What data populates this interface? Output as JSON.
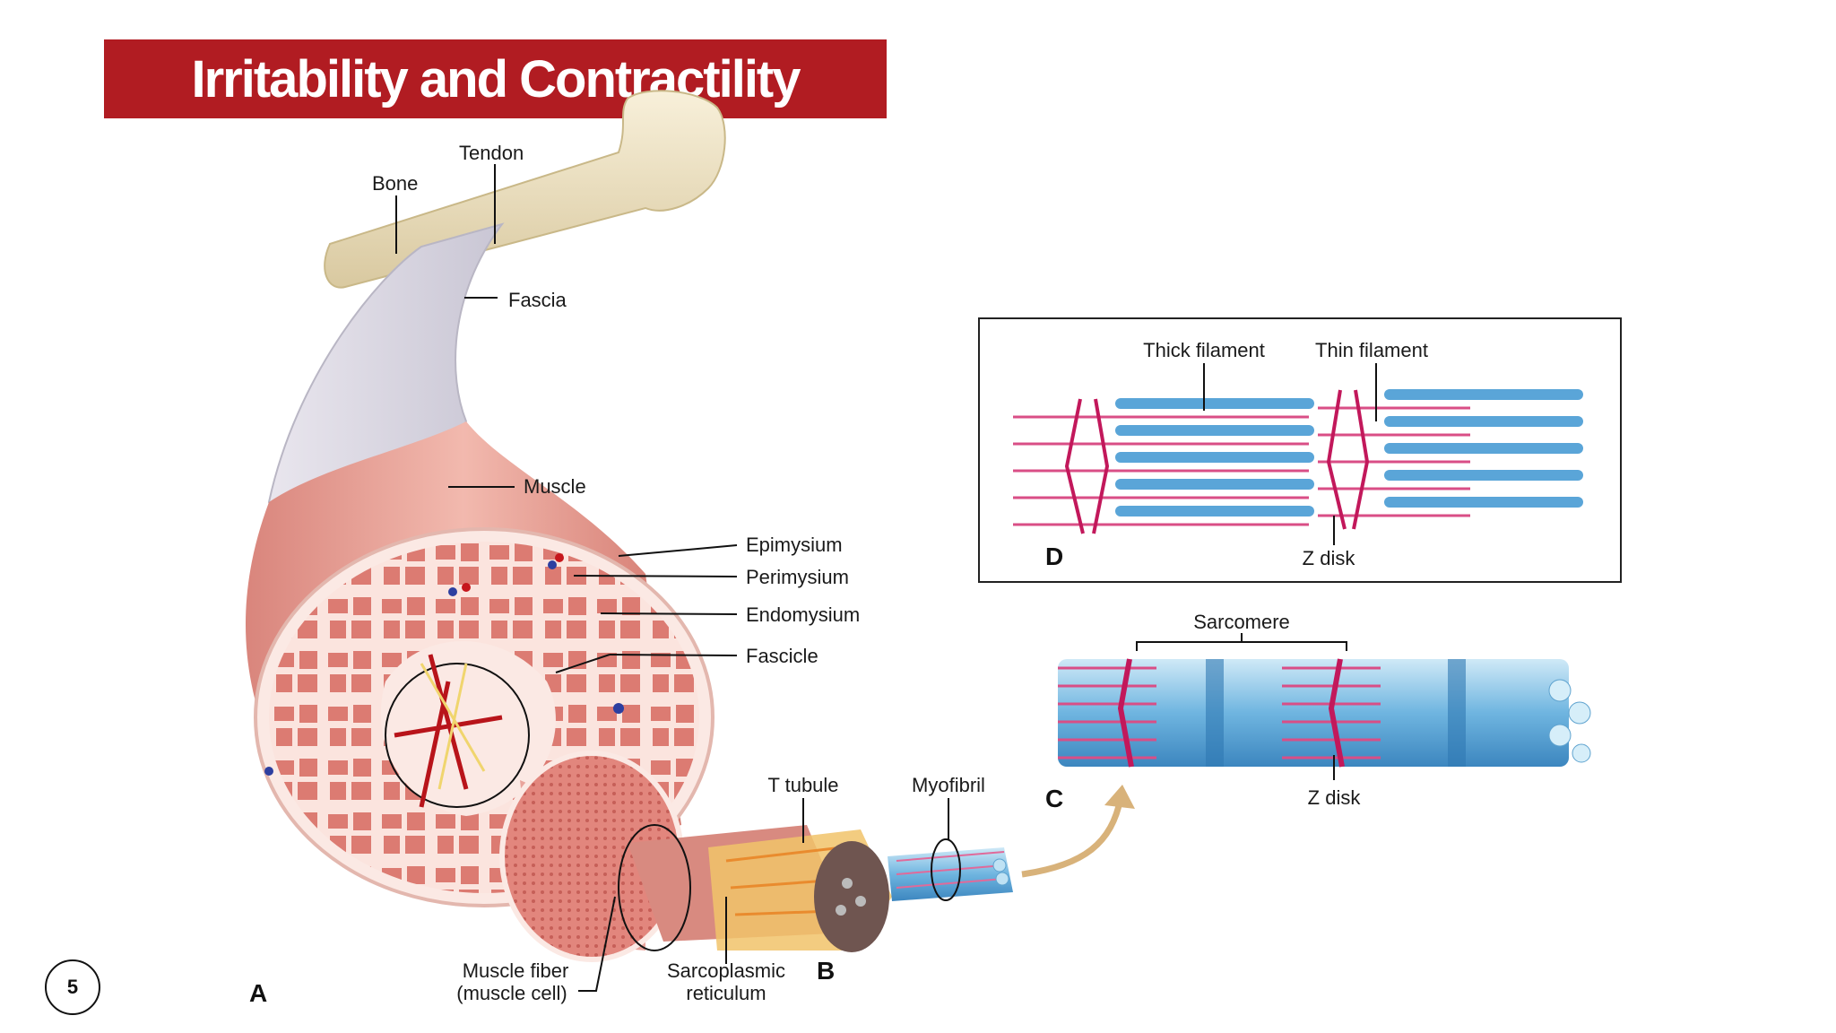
{
  "title": "Irritability and Contractility",
  "page_number": "5",
  "labels": {
    "bone": "Bone",
    "tendon": "Tendon",
    "fascia": "Fascia",
    "muscle": "Muscle",
    "epimysium": "Epimysium",
    "perimysium": "Perimysium",
    "endomysium": "Endomysium",
    "fascicle": "Fascicle",
    "t_tubule": "T tubule",
    "myofibril": "Myofibril",
    "muscle_fiber_line1": "Muscle fiber",
    "muscle_fiber_line2": "(muscle cell)",
    "sarcoplasmic_line1": "Sarcoplasmic",
    "sarcoplasmic_line2": "reticulum",
    "sarcomere": "Sarcomere",
    "z_disk_c": "Z disk",
    "thick_filament": "Thick filament",
    "thin_filament": "Thin filament",
    "z_disk_d": "Z disk"
  },
  "panels": {
    "a": "A",
    "b": "B",
    "c": "C",
    "d": "D"
  },
  "colors": {
    "title_bg": "#b11c22",
    "muscle": "#e8a29a",
    "fascicle_fill": "#d9706a",
    "connective": "#fbe9e4",
    "filament_blue": "#7fc3e8",
    "filament_pink": "#d94e86",
    "bone": "#efe3c2"
  }
}
